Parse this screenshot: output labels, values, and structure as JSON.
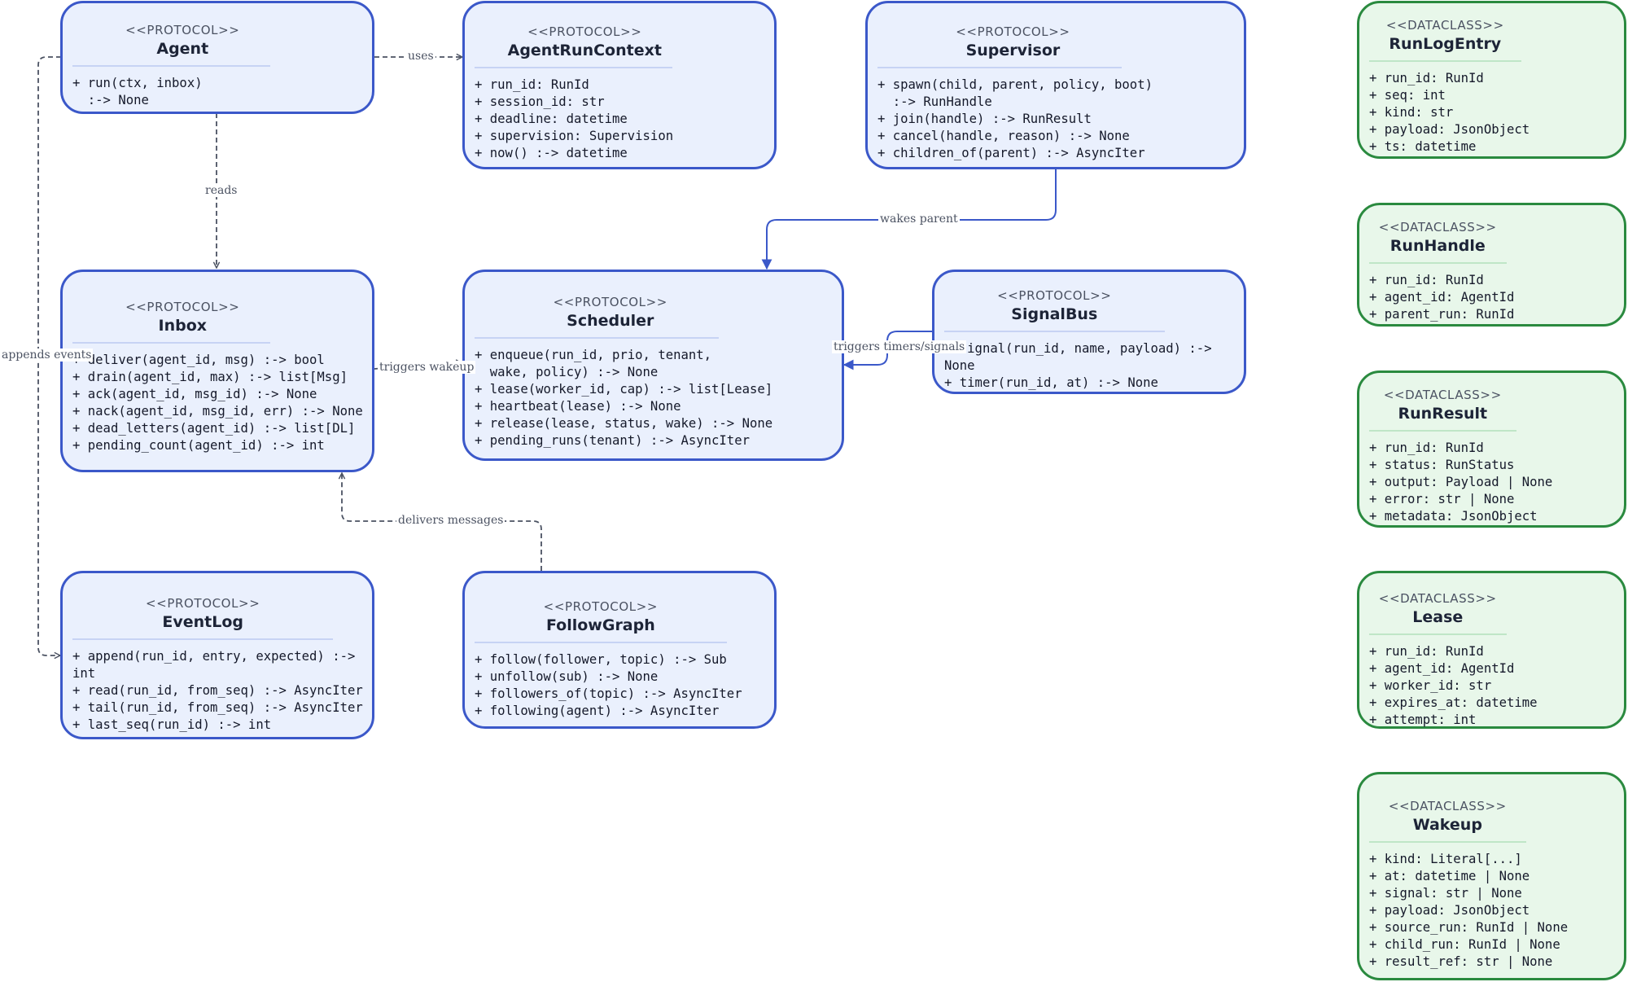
{
  "nodes": {
    "agent": {
      "stereotype": "<<PROTOCOL>>",
      "name": "Agent",
      "members": [
        "+ run(ctx, inbox)",
        "  :-> None"
      ]
    },
    "agent_run_context": {
      "stereotype": "<<PROTOCOL>>",
      "name": "AgentRunContext",
      "members": [
        "+ run_id: RunId",
        "+ session_id: str",
        "+ deadline: datetime",
        "+ supervision: Supervision",
        "+ now() :-> datetime"
      ]
    },
    "supervisor": {
      "stereotype": "<<PROTOCOL>>",
      "name": "Supervisor",
      "members": [
        "+ spawn(child, parent, policy, boot)",
        "  :-> RunHandle",
        "+ join(handle) :-> RunResult",
        "+ cancel(handle, reason) :-> None",
        "+ children_of(parent) :-> AsyncIter"
      ]
    },
    "inbox": {
      "stereotype": "<<PROTOCOL>>",
      "name": "Inbox",
      "members": [
        "+ deliver(agent_id, msg) :-> bool",
        "+ drain(agent_id, max) :-> list[Msg]",
        "+ ack(agent_id, msg_id) :-> None",
        "+ nack(agent_id, msg_id, err) :-> None",
        "+ dead_letters(agent_id) :-> list[DL]",
        "+ pending_count(agent_id) :-> int"
      ]
    },
    "scheduler": {
      "stereotype": "<<PROTOCOL>>",
      "name": "Scheduler",
      "members": [
        "+ enqueue(run_id, prio, tenant,",
        "  wake, policy) :-> None",
        "+ lease(worker_id, cap) :-> list[Lease]",
        "+ heartbeat(lease) :-> None",
        "+ release(lease, status, wake) :-> None",
        "+ pending_runs(tenant) :-> AsyncIter"
      ]
    },
    "signal_bus": {
      "stereotype": "<<PROTOCOL>>",
      "name": "SignalBus",
      "members": [
        "+ signal(run_id, name, payload) :->",
        "None",
        "+ timer(run_id, at) :-> None"
      ]
    },
    "event_log": {
      "stereotype": "<<PROTOCOL>>",
      "name": "EventLog",
      "members": [
        "+ append(run_id, entry, expected) :->",
        "int",
        "+ read(run_id, from_seq) :-> AsyncIter",
        "+ tail(run_id, from_seq) :-> AsyncIter",
        "+ last_seq(run_id) :-> int"
      ]
    },
    "follow_graph": {
      "stereotype": "<<PROTOCOL>>",
      "name": "FollowGraph",
      "members": [
        "+ follow(follower, topic) :-> Sub",
        "+ unfollow(sub) :-> None",
        "+ followers_of(topic) :-> AsyncIter",
        "+ following(agent) :-> AsyncIter"
      ]
    },
    "run_log_entry": {
      "stereotype": "<<DATACLASS>>",
      "name": "RunLogEntry",
      "members": [
        "+ run_id: RunId",
        "+ seq: int",
        "+ kind: str",
        "+ payload: JsonObject",
        "+ ts: datetime"
      ]
    },
    "run_handle": {
      "stereotype": "<<DATACLASS>>",
      "name": "RunHandle",
      "members": [
        "+ run_id: RunId",
        "+ agent_id: AgentId",
        "+ parent_run: RunId"
      ]
    },
    "run_result": {
      "stereotype": "<<DATACLASS>>",
      "name": "RunResult",
      "members": [
        "+ run_id: RunId",
        "+ status: RunStatus",
        "+ output: Payload | None",
        "+ error: str | None",
        "+ metadata: JsonObject"
      ]
    },
    "lease": {
      "stereotype": "<<DATACLASS>>",
      "name": "Lease",
      "members": [
        "+ run_id: RunId",
        "+ agent_id: AgentId",
        "+ worker_id: str",
        "+ expires_at: datetime",
        "+ attempt: int"
      ]
    },
    "wakeup": {
      "stereotype": "<<DATACLASS>>",
      "name": "Wakeup",
      "members": [
        "+ kind: Literal[...]",
        "+ at: datetime | None",
        "+ signal: str | None",
        "+ payload: JsonObject",
        "+ source_run: RunId | None",
        "+ child_run: RunId | None",
        "+ result_ref: str | None"
      ]
    }
  },
  "edges": {
    "uses": "uses",
    "reads": "reads",
    "appends_events": "appends events",
    "wakes_parent": "wakes parent",
    "triggers_wakeup": "triggers wakeup",
    "triggers_timers_signals": "triggers timers/signals",
    "delivers_messages": "delivers messages"
  },
  "colors": {
    "protocol_border": "#3b58c9",
    "protocol_fill": "#eaf0fd",
    "dataclass_border": "#2a8a3f",
    "dataclass_fill": "#e8f7ea",
    "dashed_edge": "#4b5262",
    "solid_edge": "#3b58c9"
  }
}
